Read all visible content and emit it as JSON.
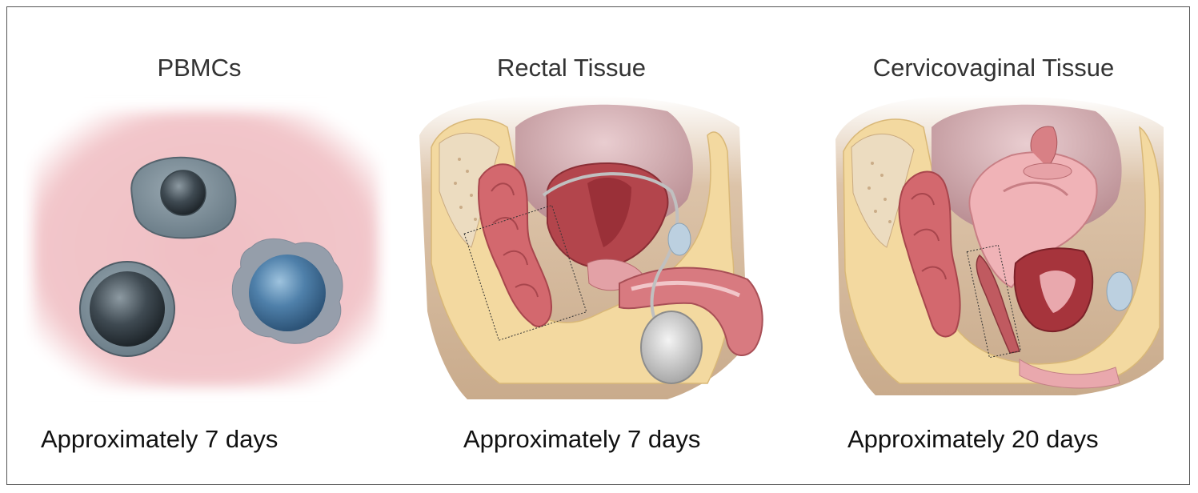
{
  "panels": [
    {
      "title": "PBMCs",
      "caption": "Approximately 7 days"
    },
    {
      "title": "Rectal Tissue",
      "caption": "Approximately 7 days"
    },
    {
      "title": "Cervicovaginal Tissue",
      "caption": "Approximately 20 days"
    }
  ],
  "colors": {
    "border": "#555555",
    "pink_background": "#f0c4c8",
    "cell_gray": "#7c8f9a",
    "cell_blue": "#4a7fa8",
    "tissue_yellow": "#f3d9a0",
    "tissue_red": "#c85a5f",
    "tissue_pink": "#e8a3a8",
    "skin": "#c9ab8c"
  }
}
